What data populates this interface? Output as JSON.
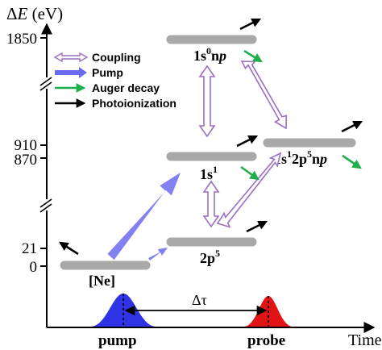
{
  "axes": {
    "y_label_prefix": "Δ",
    "y_label_var": "E",
    "y_label_unit": " (eV)",
    "x_label": "Time",
    "ticks": [
      "1850",
      "910",
      "870",
      "21",
      "0"
    ]
  },
  "legend": {
    "coupling": "Coupling",
    "pump": "Pump",
    "auger": "Auger decay",
    "photo": "Photoionization"
  },
  "levels": {
    "ne": "[Ne]",
    "s1": {
      "base": "1s",
      "sup": "1"
    },
    "p5": {
      "base": "2p",
      "sup": "5"
    },
    "s0np": {
      "a": "1s",
      "sup": "0",
      "b": "n",
      "c": "p"
    },
    "s1p5np": {
      "a": "1s",
      "sup1": "1",
      "b": "2p",
      "sup2": "5",
      "c": "n",
      "d": "p"
    }
  },
  "pulses": {
    "pump": "pump",
    "probe": "probe",
    "delay": "Δτ"
  },
  "colors": {
    "level": "#a9a9a9",
    "coupling": "#9b6fc3",
    "pump": "#6b6bf0",
    "auger": "#1fae4b",
    "photo": "#000000",
    "probe": "#e01414"
  }
}
